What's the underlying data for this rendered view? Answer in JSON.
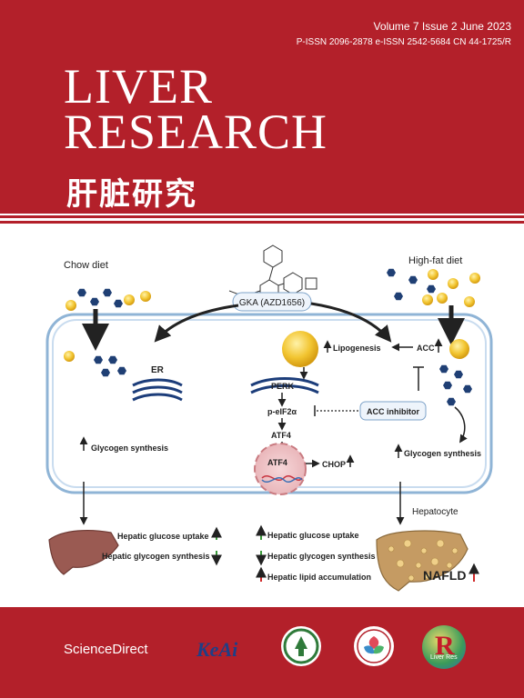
{
  "journal": {
    "issue_info": "Volume 7  Issue 2  June 2023",
    "issn_info": "P-ISSN 2096-2878  e-ISSN 2542-5684  CN 44-1725/R",
    "title_line1": "LIVER",
    "title_line2": "RESEARCH",
    "title_chinese": "肝脏研究"
  },
  "figure": {
    "drug_label": "GKA (AZD1656)",
    "chow_diet": "Chow diet",
    "high_fat_diet": "High-fat diet",
    "er_label": "ER",
    "perk_label": "PERK",
    "peif2a_label": "p-eIF2α",
    "atf4_label": "ATF4",
    "atf4_nucleus_label": "ATF4",
    "chop_label": "CHOP",
    "lipogenesis_label": "Lipogenesis",
    "acc_label": "ACC",
    "acc_inhibitor_label": "ACC inhibitor",
    "glycogen_left": "Glycogen synthesis",
    "glycogen_right": "Glycogen synthesis",
    "hepatocyte_label": "Hepatocyte",
    "nafld_label": "NAFLD",
    "left_effects": [
      "Hepatic glucose uptake",
      "Hepatic glycogen synthesis"
    ],
    "center_effects": [
      "Hepatic glucose uptake",
      "Hepatic glycogen synthesis",
      "Hepatic lipid accumulation"
    ]
  },
  "footer": {
    "sciencedirect": "ScienceDirect",
    "keai": "KeAi",
    "liver_res_logo": "Liver Res"
  },
  "colors": {
    "brand_red": "#b3202a",
    "hexagon": "#1f3f74",
    "lipid": "#f2c531",
    "cell_border": "#8fb4d6"
  }
}
